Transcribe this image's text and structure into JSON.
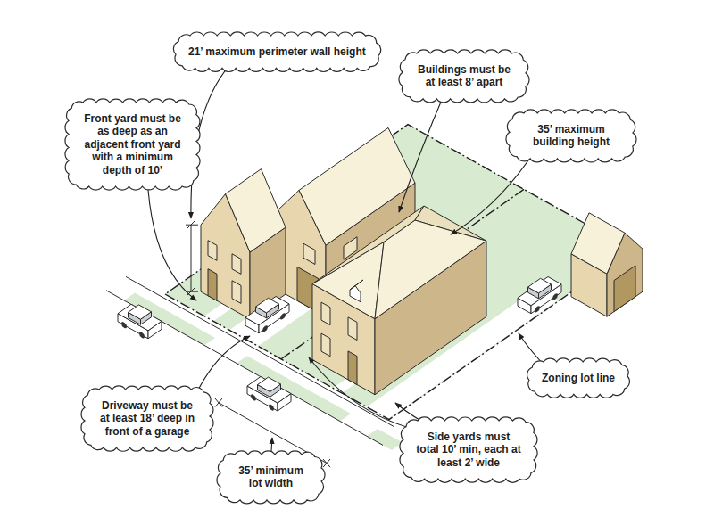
{
  "diagram": {
    "nodes": [
      {
        "text": [
          "21’ maximum perimeter wall height"
        ]
      },
      {
        "text": [
          "Buildings must be at least 8’ apart"
        ]
      },
      {
        "text": [
          "Front yard must be as deep as an adjacent front yard with a minimum depth of 10’"
        ]
      },
      {
        "text": [
          "35’ maximum building height"
        ]
      },
      {
        "text": [
          "Zoning lot line"
        ]
      },
      {
        "text": [
          "Driveway must be at least 18’ deep in front of a garage"
        ]
      },
      {
        "text": [
          "Side yards must total 10’ min, each at least 2’ wide"
        ]
      },
      {
        "text": [
          "35’ minimum lot width"
        ]
      }
    ]
  }
}
